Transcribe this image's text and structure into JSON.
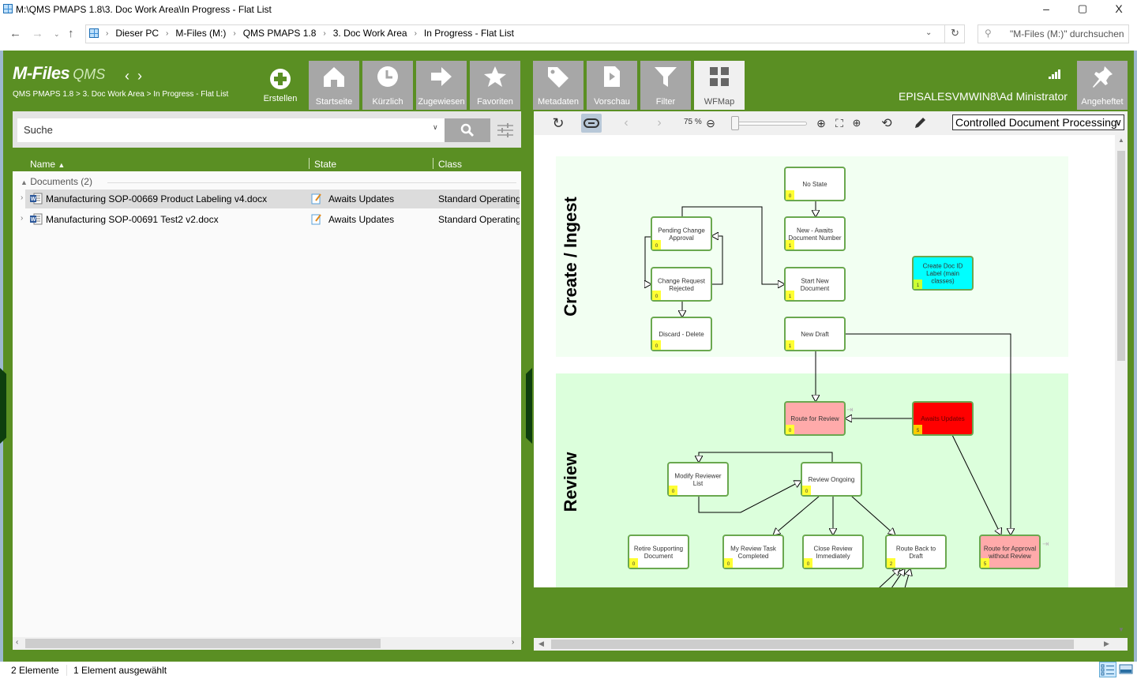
{
  "window": {
    "title": "M:\\QMS PMAPS 1.8\\3. Doc Work Area\\In Progress - Flat List",
    "minimize": "–",
    "maximize": "▢",
    "close": "X"
  },
  "explorer": {
    "breadcrumb": [
      "Dieser PC",
      "M-Files (M:)",
      "QMS PMAPS 1.8",
      "3. Doc Work Area",
      "In Progress - Flat List"
    ],
    "search_placeholder": "\"M-Files (M:)\" durchsuchen"
  },
  "mfiles": {
    "logo_main": "M-Files",
    "logo_suffix": "QMS",
    "breadcrumb": "QMS PMAPS 1.8 > 3. Doc Work Area > In Progress - Flat List",
    "create_label": "Erstellen",
    "nav_tiles": [
      {
        "label": "Startseite",
        "icon": "home-icon"
      },
      {
        "label": "Kürzlich",
        "icon": "clock-icon"
      },
      {
        "label": "Zugewiesen",
        "icon": "arrow-right-icon"
      },
      {
        "label": "Favoriten",
        "icon": "star-icon"
      }
    ],
    "right_tiles": [
      {
        "label": "Metadaten",
        "icon": "tag-icon"
      },
      {
        "label": "Vorschau",
        "icon": "preview-icon"
      },
      {
        "label": "Filter",
        "icon": "filter-icon"
      },
      {
        "label": "WFMap",
        "icon": "grid-icon",
        "active": true
      }
    ],
    "pinned_label": "Angeheftet",
    "user": "EPISALESVMWIN8\\Ad Ministrator",
    "search": {
      "placeholder": "Suche"
    }
  },
  "list": {
    "columns": {
      "name": "Name",
      "state": "State",
      "class": "Class"
    },
    "group_label": "Documents (2)",
    "rows": [
      {
        "name": "Manufacturing SOP-00669 Product Labeling v4.docx",
        "state": "Awaits Updates",
        "class": "Standard Operating Procedure",
        "selected": true
      },
      {
        "name": "Manufacturing SOP-00691 Test2 v2.docx",
        "state": "Awaits Updates",
        "class": "Standard Operating Procedure",
        "selected": false
      }
    ]
  },
  "wfmap": {
    "zoom": "75 %",
    "zoom_value": 75,
    "workflow_select": "Controlled Document Processing",
    "lanes": [
      {
        "label": "Create / Ingest",
        "color": "#f2fff2"
      },
      {
        "label": "Review",
        "color": "#dcffdc"
      }
    ],
    "states": [
      {
        "id": "no_state",
        "lines": [
          "No State"
        ],
        "count": "0",
        "fill": "#ffffff"
      },
      {
        "id": "pending_change",
        "lines": [
          "Pending Change",
          "Approval"
        ],
        "count": "0",
        "fill": "#ffffff"
      },
      {
        "id": "new_awaits",
        "lines": [
          "New - Awaits",
          "Document Number"
        ],
        "count": "1",
        "fill": "#ffffff"
      },
      {
        "id": "change_rejected",
        "lines": [
          "Change Request",
          "Rejected"
        ],
        "count": "0",
        "fill": "#ffffff"
      },
      {
        "id": "start_new",
        "lines": [
          "Start New",
          "Document"
        ],
        "count": "1",
        "fill": "#ffffff"
      },
      {
        "id": "create_doc_id",
        "lines": [
          "Create Doc ID",
          "Label (main",
          "classes)"
        ],
        "count": "1",
        "fill": "#00ffff"
      },
      {
        "id": "discard",
        "lines": [
          "Discard - Delete"
        ],
        "count": "0",
        "fill": "#ffffff"
      },
      {
        "id": "new_draft",
        "lines": [
          "New Draft"
        ],
        "count": "1",
        "fill": "#ffffff"
      },
      {
        "id": "route_review",
        "lines": [
          "Route for Review"
        ],
        "count": "0",
        "fill": "#ffaaaa"
      },
      {
        "id": "awaits_updates",
        "lines": [
          "Awaits Updates"
        ],
        "count": "5",
        "fill": "#ff0000"
      },
      {
        "id": "modify_reviewer",
        "lines": [
          "Modify Reviewer",
          "List"
        ],
        "count": "0",
        "fill": "#ffffff"
      },
      {
        "id": "review_ongoing",
        "lines": [
          "Review Ongoing"
        ],
        "count": "0",
        "fill": "#ffffff"
      },
      {
        "id": "retire_supporting",
        "lines": [
          "Retire Supporting",
          "Document"
        ],
        "count": "0",
        "fill": "#ffffff"
      },
      {
        "id": "my_review_task",
        "lines": [
          "My Review Task",
          "Completed"
        ],
        "count": "0",
        "fill": "#ffffff"
      },
      {
        "id": "close_review",
        "lines": [
          "Close Review",
          "Immediately"
        ],
        "count": "0",
        "fill": "#ffffff"
      },
      {
        "id": "route_back",
        "lines": [
          "Route Back to",
          "Draft"
        ],
        "count": "2",
        "fill": "#ffffff"
      },
      {
        "id": "route_approval",
        "lines": [
          "Route for Approval",
          "without Review"
        ],
        "count": "5",
        "fill": "#ffaaaa"
      }
    ]
  },
  "status": {
    "count": "2 Elemente",
    "selected": "1 Element ausgewählt"
  },
  "colors": {
    "brand_green": "#5a8f23",
    "tile_gray": "#a7a7a7",
    "node_border": "#6aa84f",
    "count_badge": "#ffff33"
  }
}
